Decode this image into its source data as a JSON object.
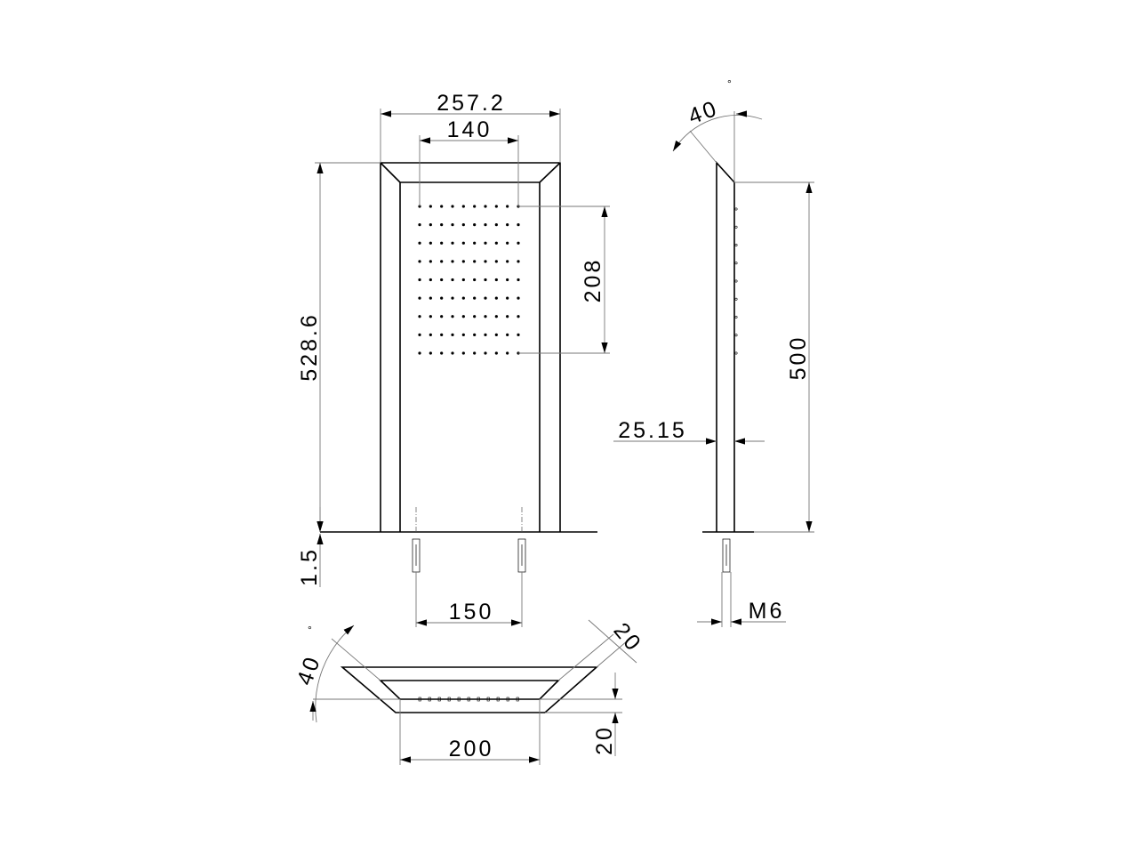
{
  "drawing": {
    "front_view": {
      "width_label": "257.2",
      "hole_pattern_width_label": "140",
      "height_label": "528.6",
      "hole_pattern_height_label": "208",
      "base_thickness_label": "1.5",
      "bolt_spacing_label": "150",
      "nozzle_columns": 10,
      "nozzle_rows": 9
    },
    "side_view": {
      "angle_label": "40",
      "angle_unit": "°",
      "height_label": "500",
      "thickness_label": "25.15",
      "thread_label": "M6"
    },
    "bottom_view": {
      "angle_label": "40",
      "angle_unit": "°",
      "slant_label": "20",
      "depth_label": "20",
      "width_label": "200"
    }
  }
}
